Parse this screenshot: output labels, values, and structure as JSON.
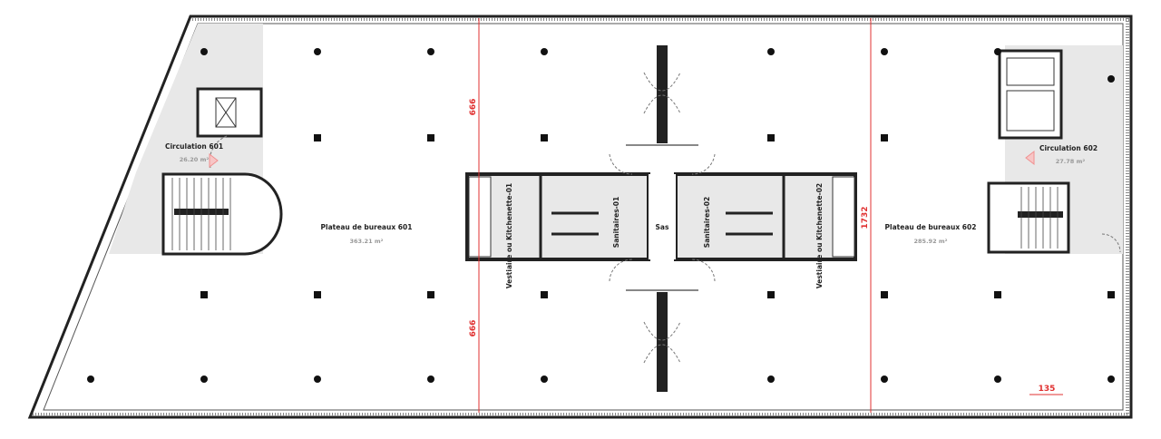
{
  "rooms": {
    "circulation_601": {
      "name": "Circulation 601",
      "area": "26.20 m²"
    },
    "plateau_601": {
      "name": "Plateau de bureaux 601",
      "area": "363.21 m²"
    },
    "vestiaire_01": {
      "name": "Vestiaire ou Kitchenette-01"
    },
    "sanitaires_01": {
      "name": "Sanitaires-01"
    },
    "sas": {
      "name": "Sas"
    },
    "sanitaires_02": {
      "name": "Sanitaires-02"
    },
    "vestiaire_02": {
      "name": "Vestiaire ou Kitchenette-02"
    },
    "plateau_602": {
      "name": "Plateau de bureaux 602",
      "area": "285.92 m²"
    },
    "circulation_602": {
      "name": "Circulation 602",
      "area": "27.78 m²"
    }
  },
  "dimensions": {
    "top_left": "666",
    "bottom_left": "666",
    "right_height": "1732",
    "module_width": "135"
  },
  "colors": {
    "walls": "#222222",
    "dimension": "#e03030",
    "core_fill": "#e8e8e8"
  }
}
